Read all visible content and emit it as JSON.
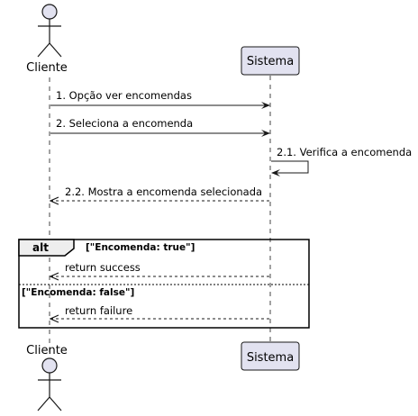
{
  "participants": {
    "cliente": {
      "name": "Cliente",
      "kind": "actor"
    },
    "sistema": {
      "name": "Sistema",
      "kind": "participant"
    }
  },
  "messages": [
    {
      "label": "1. Opção ver encomendas",
      "from": "Cliente",
      "to": "Sistema",
      "style": "solid"
    },
    {
      "label": "2. Seleciona a encomenda",
      "from": "Cliente",
      "to": "Sistema",
      "style": "solid"
    },
    {
      "label": "2.1. Verifica a encomenda",
      "from": "Sistema",
      "to": "Sistema",
      "style": "solid"
    },
    {
      "label": "2.2. Mostra a encomenda selecionada",
      "from": "Sistema",
      "to": "Cliente",
      "style": "dashed"
    }
  ],
  "alt_frame": {
    "keyword": "alt",
    "sections": [
      {
        "guard": "[\"Encomenda: true\"]",
        "message": {
          "label": "return success",
          "from": "Sistema",
          "to": "Cliente",
          "style": "dashed"
        }
      },
      {
        "guard": "[\"Encomenda: false\"]",
        "message": {
          "label": "return failure",
          "from": "Sistema",
          "to": "Cliente",
          "style": "dashed"
        }
      }
    ]
  },
  "colors": {
    "participant_fill": "#E2E2F0",
    "participant_border": "#181818",
    "line": "#181818"
  }
}
